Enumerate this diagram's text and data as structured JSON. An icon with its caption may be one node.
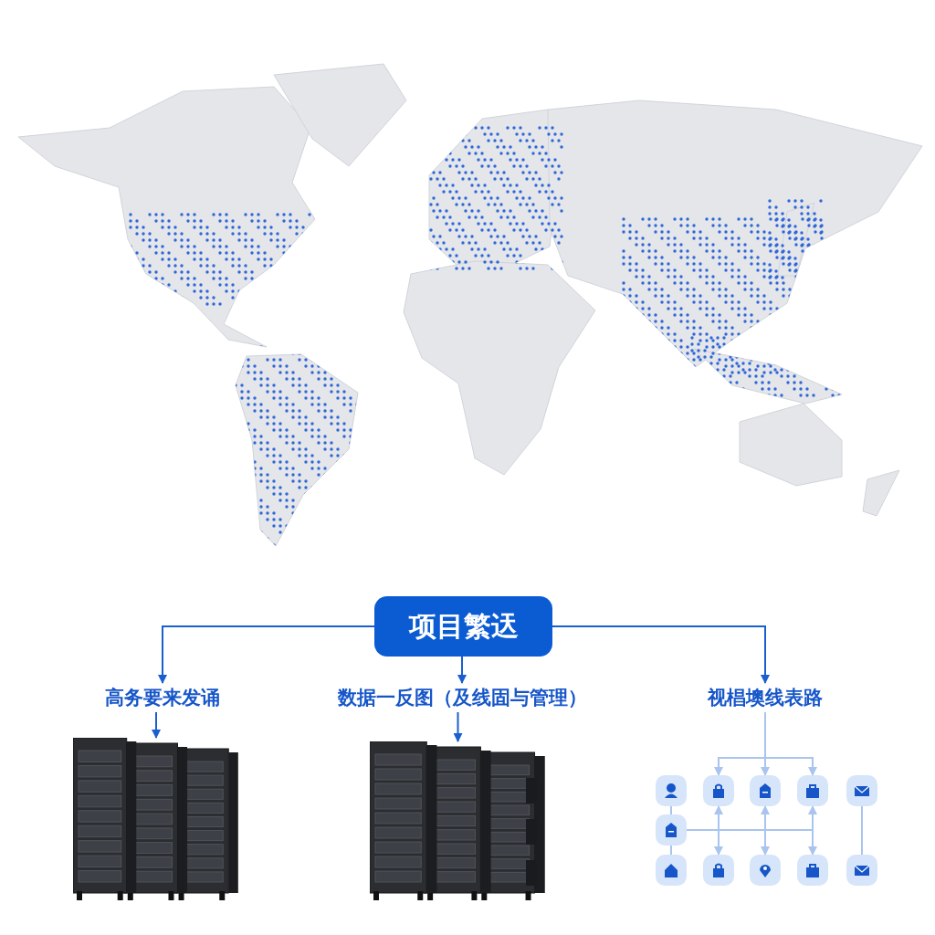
{
  "diagram": {
    "nodes": [
      {
        "text": [
          "项目繁迗"
        ]
      },
      {
        "text": [
          "高务要来发诵"
        ]
      },
      {
        "text": [
          "数据一反图（及线固与管理）"
        ]
      },
      {
        "text": [
          "视椙墺线表路"
        ]
      },
      {
        "text": [],
        "shape": "picture"
      },
      {
        "text": [],
        "shape": "picture"
      },
      {
        "text": [],
        "shape": "box"
      },
      {
        "text": [],
        "shape": "box"
      },
      {
        "text": [],
        "shape": "box"
      },
      {
        "text": [],
        "shape": "box"
      },
      {
        "text": [],
        "shape": "box"
      },
      {
        "text": [],
        "shape": "box"
      },
      {
        "text": [],
        "shape": "box"
      },
      {
        "text": [],
        "shape": "box"
      },
      {
        "text": [],
        "shape": "box"
      },
      {
        "text": [],
        "shape": "box"
      },
      {
        "text": [],
        "shape": "box"
      }
    ],
    "edges": [
      {
        "from": 0,
        "to": 1,
        "arrow": "to",
        "color": "#1a5fd0"
      },
      {
        "from": 0,
        "to": 2,
        "arrow": "to",
        "color": "#1a5fd0"
      },
      {
        "from": 0,
        "to": 3,
        "arrow": "to",
        "color": "#1a5fd0"
      },
      {
        "from": 1,
        "to": 4,
        "arrow": "to",
        "color": "#1a5fd0"
      },
      {
        "from": 2,
        "to": 5,
        "arrow": "to",
        "color": "#1a5fd0"
      },
      {
        "from": 3,
        "to": 7,
        "arrow": "to"
      },
      {
        "from": 3,
        "to": 8,
        "arrow": "to"
      },
      {
        "from": 3,
        "to": 9,
        "arrow": "to"
      },
      {
        "from": 6,
        "to": 11,
        "arrow": "none"
      },
      {
        "from": 11,
        "to": 12,
        "arrow": "none"
      },
      {
        "from": 11,
        "to": 15,
        "arrow": "none"
      },
      {
        "from": 7,
        "to": 13,
        "arrow": "both"
      },
      {
        "from": 8,
        "to": 14,
        "arrow": "both"
      },
      {
        "from": 9,
        "to": 15,
        "arrow": "both"
      },
      {
        "from": 10,
        "to": 16,
        "arrow": "none"
      }
    ]
  }
}
